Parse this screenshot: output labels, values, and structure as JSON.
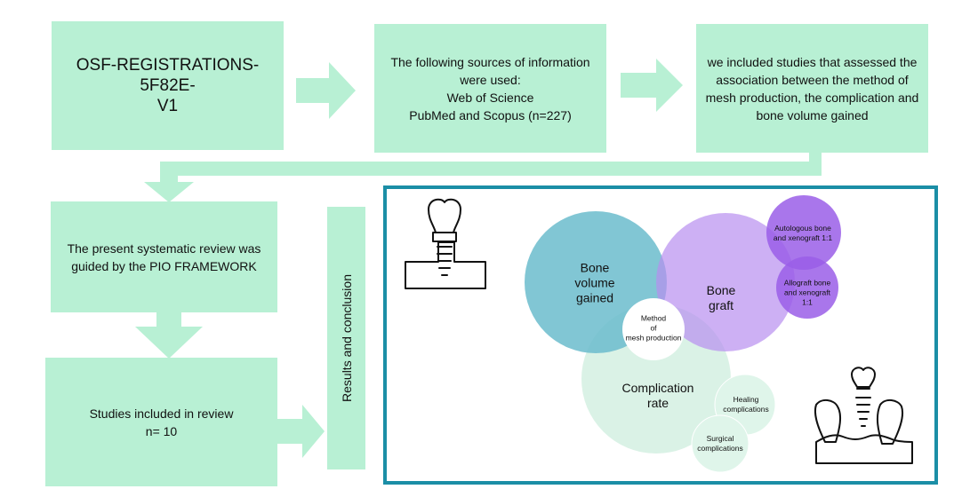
{
  "flow": {
    "registration": "OSF-REGISTRATIONS-5F82E-\nV1",
    "sources": "The following sources of information\nwere used:\nWeb of Science\nPubMed and Scopus (n=227)",
    "inclusion": "we included studies that assessed the\nassociation between the method of\nmesh production, the complication and\nbone volume gained",
    "pio": "The present systematic review was\nguided by the PIO FRAMEWORK",
    "included": "Studies included in review\nn= 10",
    "results": "Results and conclusion"
  },
  "venn": {
    "bone_volume": "Bone\nvolume\ngained",
    "bone_graft": "Bone\ngraft",
    "complication": "Complication\nrate",
    "method": "Method\nof\nmesh production",
    "autologous": "Autologous bone\nand xenograft 1:1",
    "allograft": "Allograft bone\nand xenograft\n1:1",
    "healing": "Healing\ncomplications",
    "surgical": "Surgical\ncomplications"
  },
  "colors": {
    "box_fill": "#b8f0d4",
    "frame_border": "#1b8ea6",
    "bone_volume_fill": "#6bbccc",
    "bone_graft_fill": "#b88ef0",
    "complication_fill": "#cdeedd",
    "subgraft_fill": "#9a5ee8"
  },
  "icons": [
    "dental-implant-crown-icon",
    "implant-in-jaw-icon"
  ]
}
